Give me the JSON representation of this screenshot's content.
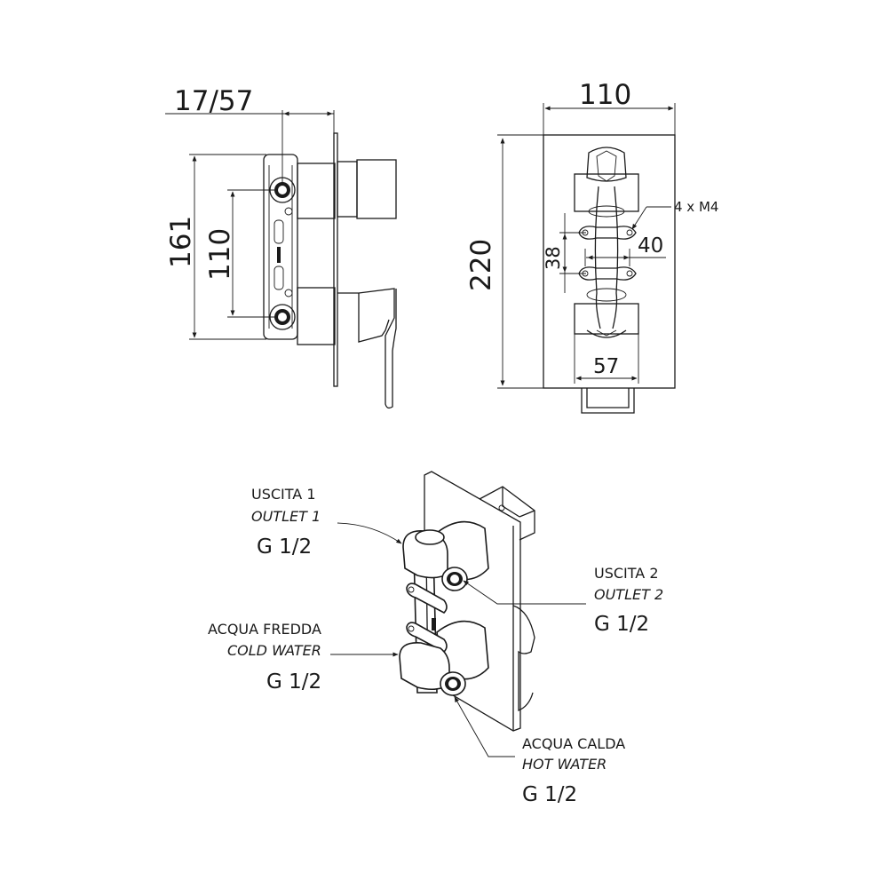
{
  "side_view": {
    "dim_top": "17/57",
    "dim_overall_height": "161",
    "dim_inlet_spacing": "110"
  },
  "front_view": {
    "dim_width": "110",
    "dim_height": "220",
    "dim_bolt_spacing_v": "38",
    "dim_bolt_spacing_h": "40",
    "dim_body_width": "57",
    "screws_label": "4 x M4"
  },
  "connections": {
    "outlet1": {
      "it": "USCITA 1",
      "en": "OUTLET 1",
      "thread": "G 1/2"
    },
    "outlet2": {
      "it": "USCITA 2",
      "en": "OUTLET 2",
      "thread": "G 1/2"
    },
    "cold": {
      "it": "ACQUA FREDDA",
      "en": "COLD WATER",
      "thread": "G 1/2"
    },
    "hot": {
      "it": "ACQUA CALDA",
      "en": "HOT WATER",
      "thread": "G 1/2"
    }
  }
}
